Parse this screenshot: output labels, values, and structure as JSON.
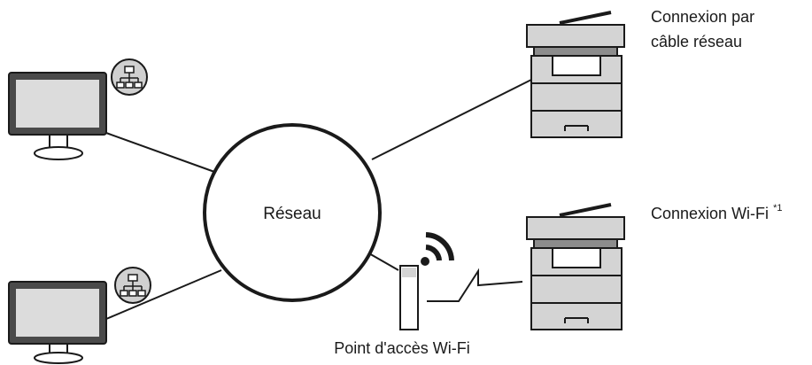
{
  "labels": {
    "network": "Réseau",
    "wired_line1": "Connexion par",
    "wired_line2": "câble réseau",
    "wifi_connection": "Connexion Wi-Fi",
    "wifi_footnote": "*1",
    "access_point": "Point d'accès Wi-Fi"
  },
  "icons": {
    "computer": "computer-monitor-icon",
    "network_badge": "network-topology-icon",
    "printer": "multifunction-printer-icon",
    "access_point": "wifi-access-point-icon",
    "wifi_signal": "wifi-signal-icon",
    "wireless_link": "wireless-link-icon"
  },
  "colors": {
    "line": "#1a1a1a",
    "screen": "#dcdcdc",
    "device_body": "#d4d4d4",
    "device_dark": "#8c8c8c",
    "badge": "#d0d0d0"
  }
}
